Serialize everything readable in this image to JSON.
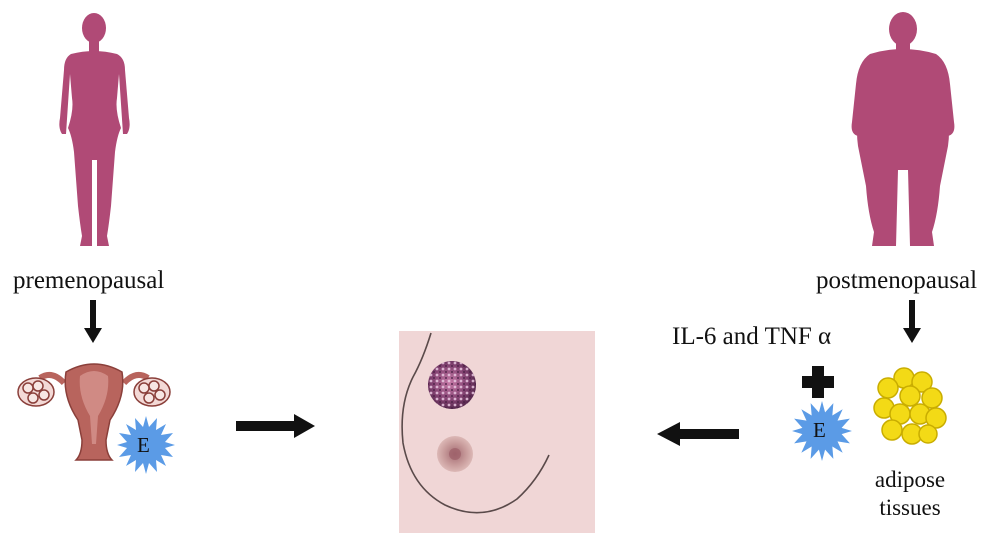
{
  "left": {
    "label": "premenopausal",
    "estrogen_badge": "E",
    "icons": [
      "woman-silhouette-icon",
      "uterus-ovaries-icon",
      "estrogen-burst-icon"
    ]
  },
  "right": {
    "label": "postmenopausal",
    "cytokines": "IL-6 and TNF α",
    "estrogen_badge": "E",
    "adipose_line1": "adipose",
    "adipose_line2": "tissues",
    "icons": [
      "obese-woman-silhouette-icon",
      "plus-icon",
      "estrogen-burst-icon",
      "adipose-cells-icon"
    ]
  },
  "center": {
    "icons": [
      "breast-with-tumor-icon"
    ]
  },
  "colors": {
    "silhouette": "#b04a76",
    "uterus": "#b8645d",
    "estrogen": "#5b9be6",
    "breast_bg": "#f0d6d6",
    "tumor": "#8a4a7c",
    "adipose": "#f3da16",
    "arrow": "#111111"
  }
}
